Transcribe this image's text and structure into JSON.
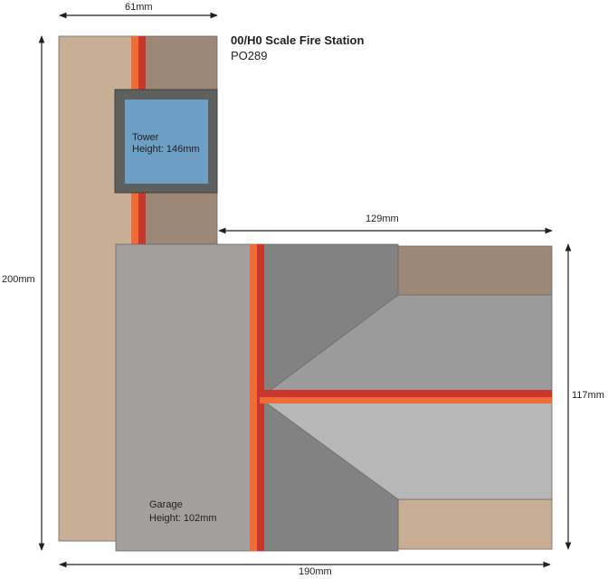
{
  "title": "00/H0 Scale Fire Station",
  "product_code": "PO289",
  "dimensions": {
    "tower_width": "61mm",
    "total_height": "200mm",
    "wing_length": "129mm",
    "wing_width": "117mm",
    "total_width": "190mm"
  },
  "labels": {
    "tower_name": "Tower",
    "tower_height": "Height: 146mm",
    "garage_name": "Garage",
    "garage_height": "Height: 102mm"
  },
  "colors": {
    "wall_tan": "#c7ae95",
    "roof_brown": "#9d8878",
    "roof_grey_light": "#a1a09f",
    "roof_grey_dark": "#838282",
    "roof_grey_mid": "#9b9b9b",
    "roof_grey_pale": "#b7b7b7",
    "tower_frame": "#5e605e",
    "tower_glass": "#6d9fc4",
    "ridge_red": "#c9362c",
    "ridge_orange": "#ef6c36",
    "line_dark": "#231f20"
  }
}
